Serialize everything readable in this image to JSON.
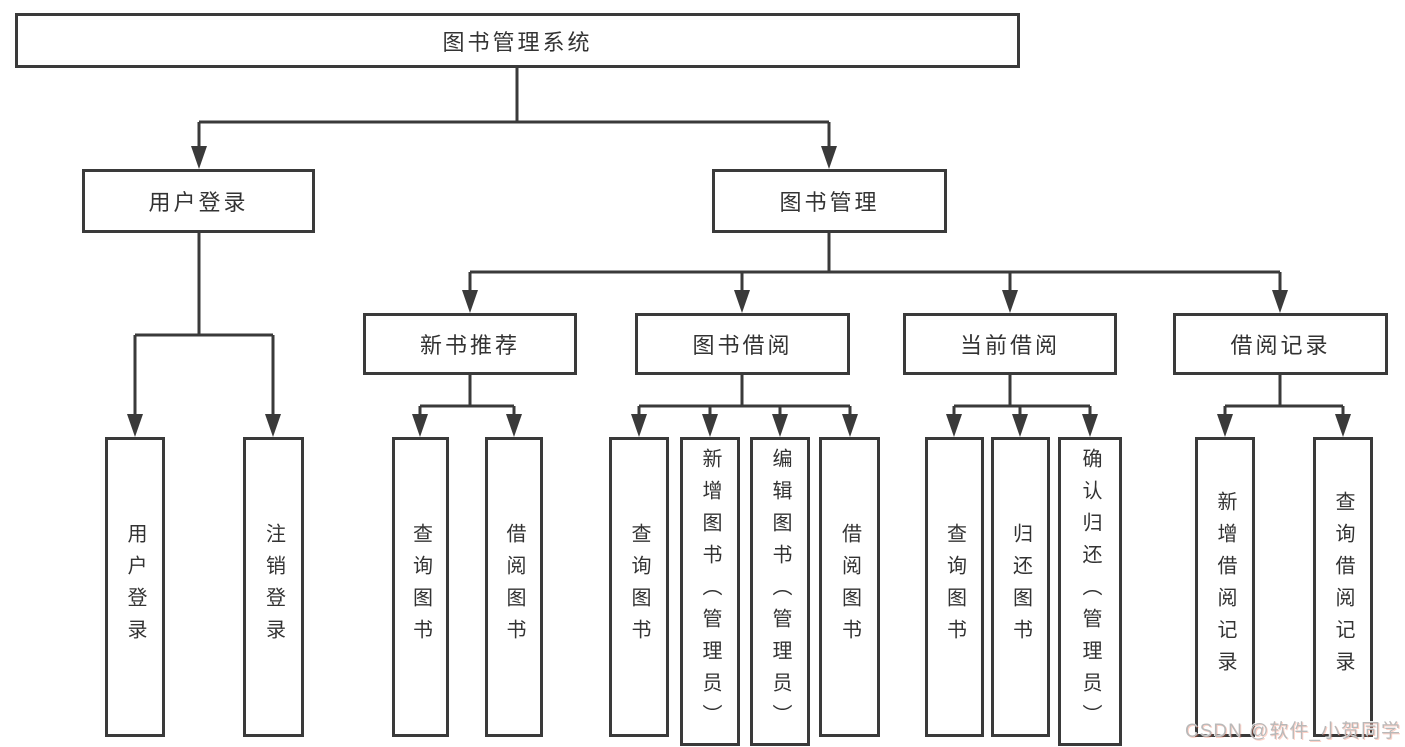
{
  "colors": {
    "line": "#3a3a3a",
    "text": "#333333",
    "watermark": "#b9b9b9",
    "background": "#ffffff"
  },
  "watermark": "CSDN @软件_小贺同学",
  "tree": {
    "label": "图书管理系统",
    "children": [
      {
        "label": "用户登录",
        "children": [
          {
            "label": "用户登录"
          },
          {
            "label": "注销登录"
          }
        ]
      },
      {
        "label": "图书管理",
        "children": [
          {
            "label": "新书推荐",
            "children": [
              {
                "label": "查询图书"
              },
              {
                "label": "借阅图书"
              }
            ]
          },
          {
            "label": "图书借阅",
            "children": [
              {
                "label": "查询图书"
              },
              {
                "label": "新增图书（管理员）"
              },
              {
                "label": "编辑图书（管理员）"
              },
              {
                "label": "借阅图书"
              }
            ]
          },
          {
            "label": "当前借阅",
            "children": [
              {
                "label": "查询图书"
              },
              {
                "label": "归还图书"
              },
              {
                "label": "确认归还（管理员）"
              }
            ]
          },
          {
            "label": "借阅记录",
            "children": [
              {
                "label": "新增借阅记录"
              },
              {
                "label": "查询借阅记录"
              }
            ]
          }
        ]
      }
    ]
  }
}
